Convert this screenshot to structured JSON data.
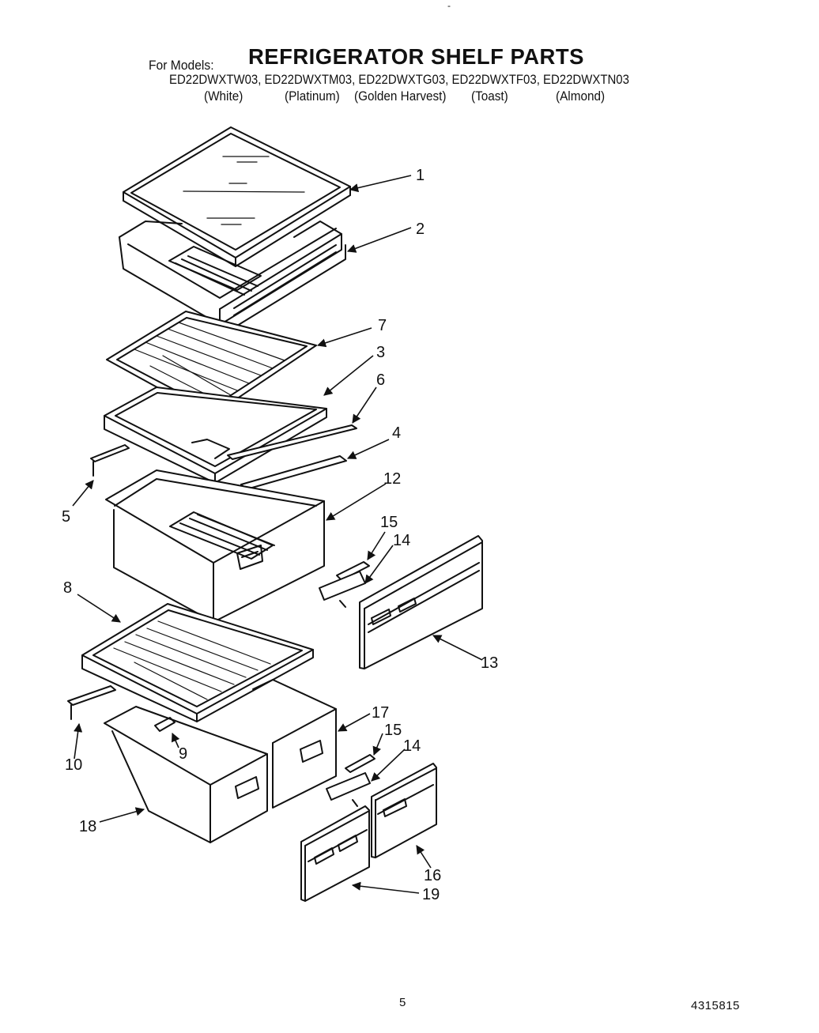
{
  "header": {
    "for_models_label": "For Models:",
    "title": "REFRIGERATOR SHELF PARTS",
    "model_numbers": "ED22DWXTW03, ED22DWXTM03, ED22DWXTG03, ED22DWXTF03, ED22DWXTN03",
    "colors": [
      "(White)",
      "(Platinum)",
      "(Golden Harvest)",
      "(Toast)",
      "(Almond)"
    ]
  },
  "callouts": [
    "1",
    "2",
    "7",
    "3",
    "6",
    "4",
    "5",
    "12",
    "15",
    "14",
    "13",
    "8",
    "17",
    "15",
    "14",
    "10",
    "9",
    "18",
    "16",
    "19"
  ],
  "footer": {
    "page_number": "5",
    "document_number": "4315815"
  }
}
